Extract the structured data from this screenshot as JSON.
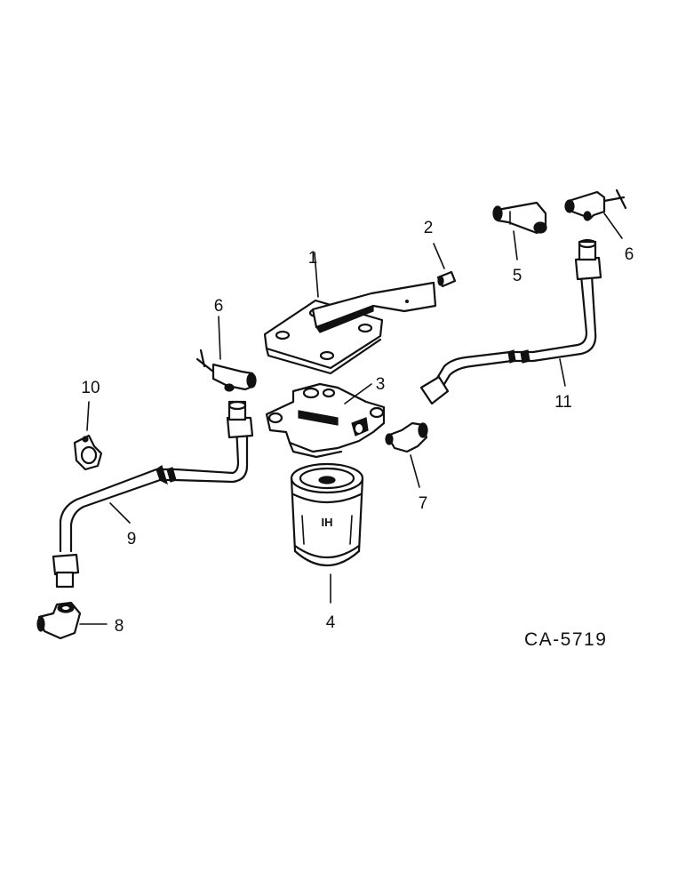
{
  "labels": {
    "l1": "1",
    "l2": "2",
    "l3": "3",
    "l4": "4",
    "l5": "5",
    "l6a": "6",
    "l6b": "6",
    "l7": "7",
    "l8": "8",
    "l9": "9",
    "l10": "10",
    "l11": "11"
  },
  "drawing_code": "CA-5719",
  "filter_logo": "IH"
}
